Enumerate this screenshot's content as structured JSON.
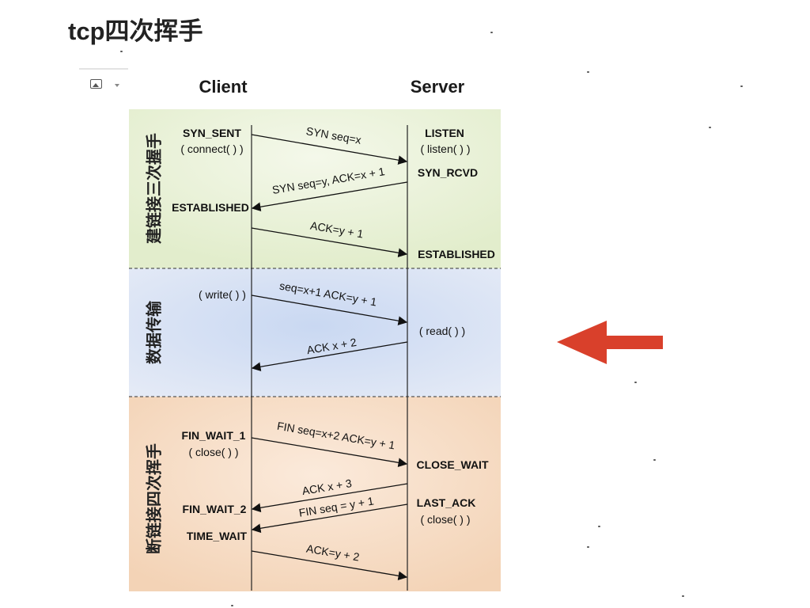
{
  "page": {
    "title": "tcp四次挥手"
  },
  "image_toolbar": {
    "image_icon": "image-icon",
    "dropdown_icon": "chevron-down-icon"
  },
  "diagram": {
    "client_label": "Client",
    "server_label": "Server",
    "phases": [
      {
        "id": "handshake",
        "label": "建链接三次握手",
        "color": "#e9f2da"
      },
      {
        "id": "transfer",
        "label": "数据传输",
        "color": "#dde6f5"
      },
      {
        "id": "teardown",
        "label": "断链接四次挥手",
        "color": "#f7dfc9"
      }
    ],
    "client_states": [
      "SYN_SENT",
      "( connect( ) )",
      "ESTABLISHED",
      "( write( ) )",
      "FIN_WAIT_1",
      "( close( ) )",
      "FIN_WAIT_2",
      "TIME_WAIT"
    ],
    "server_states": [
      "LISTEN",
      "( listen( ) )",
      "SYN_RCVD",
      "ESTABLISHED",
      "( read( ) )",
      "CLOSE_WAIT",
      "LAST_ACK",
      "( close( ) )"
    ],
    "messages": [
      "SYN seq=x",
      "SYN seq=y, ACK=x + 1",
      "ACK=y + 1",
      "seq=x+1 ACK=y + 1",
      "ACK x + 2",
      "FIN seq=x+2 ACK=y + 1",
      "ACK x + 3",
      "FIN seq = y + 1",
      "ACK=y + 2"
    ]
  },
  "annotation": {
    "arrow_color": "#d9402b",
    "arrow_icon": "arrow-left-icon"
  }
}
